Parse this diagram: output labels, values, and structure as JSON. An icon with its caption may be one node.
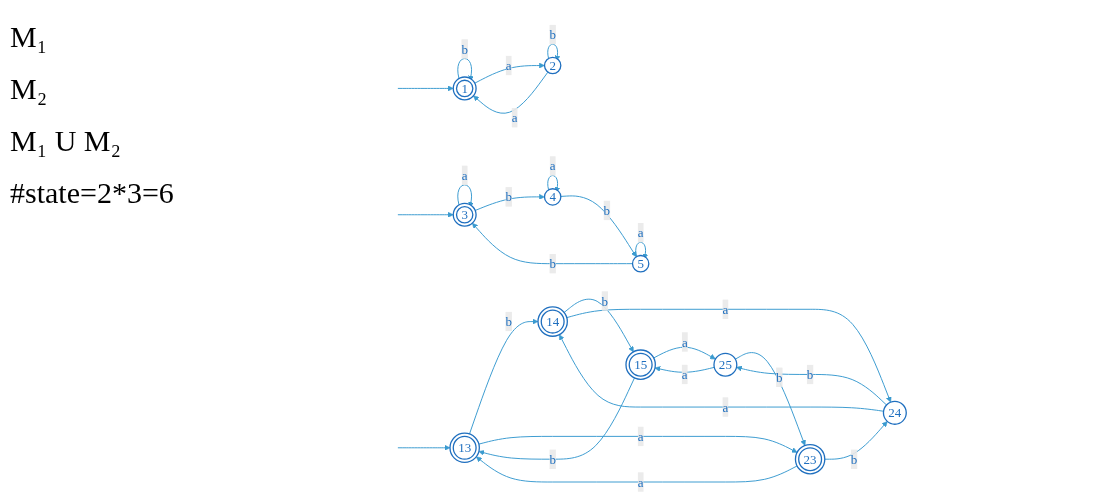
{
  "diagram": {
    "nodes": [
      {
        "text": [
          "1"
        ]
      },
      {
        "text": [
          "2"
        ]
      },
      {
        "text": [
          "3"
        ]
      },
      {
        "text": [
          "4"
        ]
      },
      {
        "text": [
          "5"
        ]
      },
      {
        "text": [
          "13"
        ]
      },
      {
        "text": [
          "14"
        ]
      },
      {
        "text": [
          "15"
        ]
      },
      {
        "text": [
          "23"
        ]
      },
      {
        "text": [
          "24"
        ]
      },
      {
        "text": [
          "25"
        ]
      }
    ],
    "edges": [
      {
        "from": null,
        "to": 0,
        "arrow": "to"
      },
      {
        "from": 0,
        "to": 0,
        "arrow": "to",
        "label": "b"
      },
      {
        "from": 0,
        "to": 1,
        "arrow": "to",
        "label": "a"
      },
      {
        "from": 1,
        "to": 1,
        "arrow": "to",
        "label": "b"
      },
      {
        "from": 1,
        "to": 0,
        "arrow": "to",
        "label": "a"
      },
      {
        "from": null,
        "to": 2,
        "arrow": "to"
      },
      {
        "from": 2,
        "to": 2,
        "arrow": "to",
        "label": "a"
      },
      {
        "from": 2,
        "to": 3,
        "arrow": "to",
        "label": "b"
      },
      {
        "from": 3,
        "to": 3,
        "arrow": "to",
        "label": "a"
      },
      {
        "from": 3,
        "to": 4,
        "arrow": "to",
        "label": "b"
      },
      {
        "from": 4,
        "to": 2,
        "arrow": "to",
        "label": "b"
      },
      {
        "from": 4,
        "to": 4,
        "arrow": "to",
        "label": "a"
      },
      {
        "from": null,
        "to": 5,
        "arrow": "to"
      },
      {
        "from": 5,
        "to": 6,
        "arrow": "to",
        "label": "b"
      },
      {
        "from": 6,
        "to": 7,
        "arrow": "to",
        "label": "b"
      },
      {
        "from": 7,
        "to": 5,
        "arrow": "to",
        "label": "b"
      },
      {
        "from": 5,
        "to": 8,
        "arrow": "to",
        "label": "a"
      },
      {
        "from": 8,
        "to": 5,
        "arrow": "to",
        "label": "a"
      },
      {
        "from": 6,
        "to": 9,
        "arrow": "to",
        "label": "a"
      },
      {
        "from": 9,
        "to": 6,
        "arrow": "to",
        "label": "a"
      },
      {
        "from": 7,
        "to": 10,
        "arrow": "to",
        "label": "a"
      },
      {
        "from": 10,
        "to": 7,
        "arrow": "to",
        "label": "a"
      },
      {
        "from": 8,
        "to": 9,
        "arrow": "to",
        "label": "b"
      },
      {
        "from": 9,
        "to": 10,
        "arrow": "to",
        "label": "b"
      },
      {
        "from": 10,
        "to": 8,
        "arrow": "to",
        "label": "b"
      }
    ],
    "labels": [
      "M₁",
      "M₂",
      "M₁ U M₂",
      "#state=2*3=6"
    ]
  }
}
